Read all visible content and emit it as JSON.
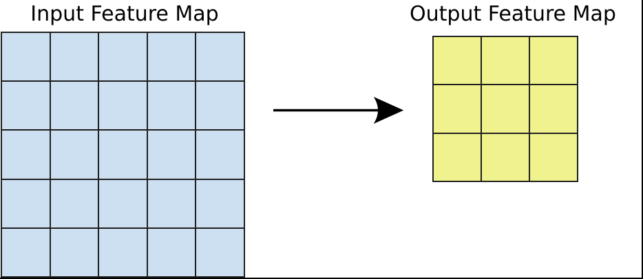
{
  "page": {
    "background": "#ffffff",
    "frame_border_color": "#000000"
  },
  "input_map": {
    "title": "Input Feature Map",
    "rows": 5,
    "cols": 5,
    "cell_color": "#cce0f2",
    "line_color": "#1f1f1f"
  },
  "arrow": {
    "direction": "right",
    "color": "#000000"
  },
  "output_map": {
    "title": "Output Feature Map",
    "rows": 3,
    "cols": 3,
    "cell_color": "#f0f28e",
    "line_color": "#1f1f1f"
  }
}
